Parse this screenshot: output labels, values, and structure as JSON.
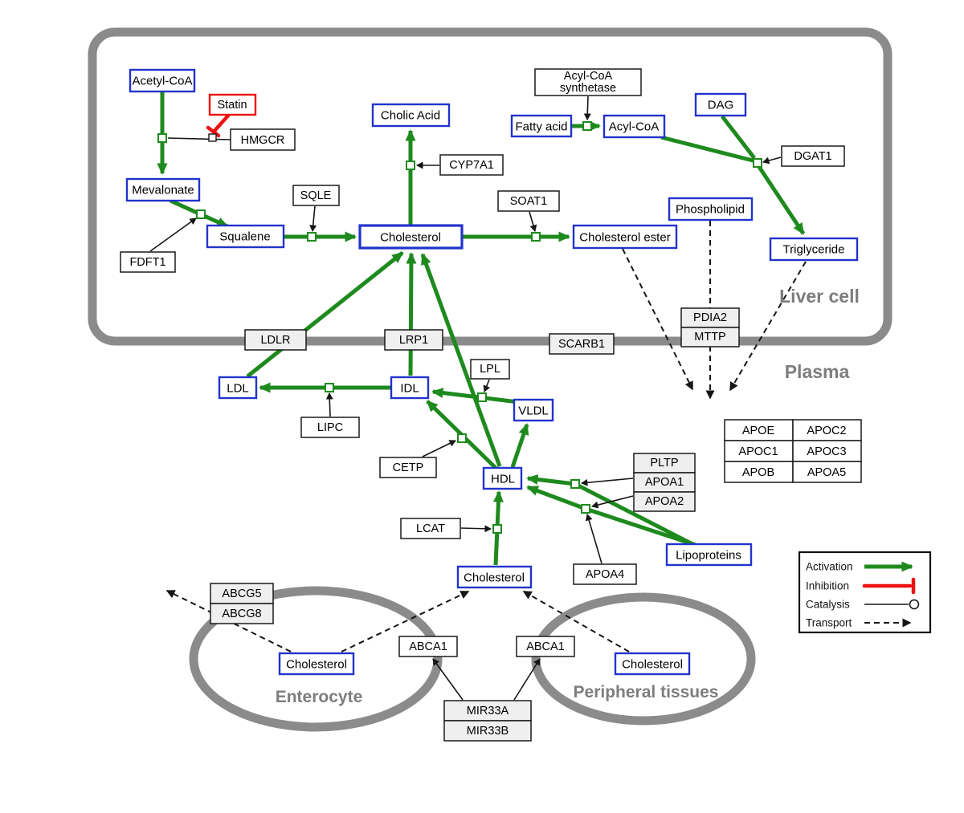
{
  "compartments": {
    "liver": "Liver cell",
    "plasma": "Plasma",
    "enterocyte": "Enterocyte",
    "peripheral": "Peripheral tissues"
  },
  "nodes": {
    "acetyl_coa": "Acetyl-CoA",
    "mevalonate": "Mevalonate",
    "squalene": "Squalene",
    "cholesterol_liver": "Cholesterol",
    "cholic_acid": "Cholic Acid",
    "fatty_acid": "Fatty acid",
    "acyl_coa": "Acyl-CoA",
    "dag": "DAG",
    "phospholipid": "Phospholipid",
    "cholesterol_ester": "Cholesterol ester",
    "triglyceride": "Triglyceride",
    "ldl": "LDL",
    "idl": "IDL",
    "vldl": "VLDL",
    "hdl": "HDL",
    "cholesterol_plasma": "Cholesterol",
    "cholesterol_enterocyte": "Cholesterol",
    "cholesterol_peripheral": "Cholesterol",
    "lipoproteins": "Lipoproteins"
  },
  "enzymes": {
    "statin": "Statin",
    "hmgcr": "HMGCR",
    "sqle": "SQLE",
    "cyp7a1": "CYP7A1",
    "fdft1": "FDFT1",
    "soat1": "SOAT1",
    "dgat1": "DGAT1",
    "acyl_coa_synthetase_line1": "Acyl-CoA",
    "acyl_coa_synthetase_line2": "synthetase",
    "pdia2": "PDIA2",
    "mttp": "MTTP",
    "ldlr": "LDLR",
    "lrp1": "LRP1",
    "scarb1": "SCARB1",
    "lpl": "LPL",
    "lipc": "LIPC",
    "cetp": "CETP",
    "lcat": "LCAT",
    "pltp": "PLTP",
    "apoa1": "APOA1",
    "apoa2": "APOA2",
    "apoa4": "APOA4",
    "abcg5": "ABCG5",
    "abcg8": "ABCG8",
    "abca1_enterocyte": "ABCA1",
    "abca1_peripheral": "ABCA1",
    "mir33a": "MIR33A",
    "mir33b": "MIR33B"
  },
  "apo_table": {
    "rows": [
      [
        "APOE",
        "APOC2"
      ],
      [
        "APOC1",
        "APOC3"
      ],
      [
        "APOB",
        "APOA5"
      ]
    ]
  },
  "legend": {
    "activation": "Activation",
    "inhibition": "Inhibition",
    "catalysis": "Catalysis",
    "transport": "Transport"
  },
  "colors": {
    "activation": "#1e8a1e",
    "inhibition": "#ee1111",
    "metabolite_border": "#2233cc",
    "membrane": "#8b8b8b"
  }
}
